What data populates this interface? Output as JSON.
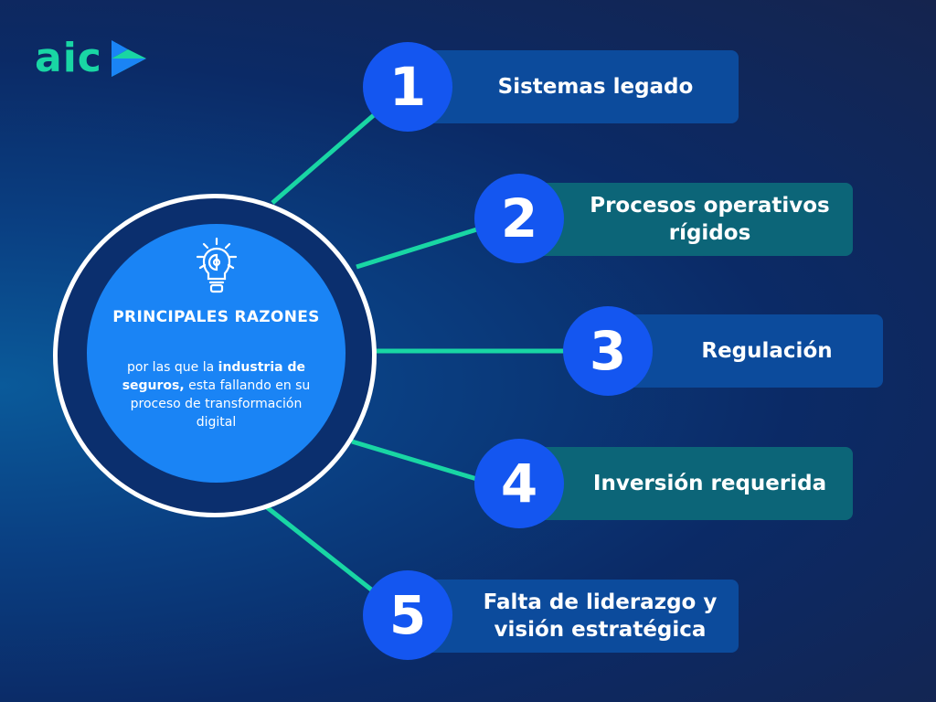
{
  "brand": {
    "name": "aic",
    "accent": "#19d6a4",
    "mark_colors": [
      "#1a84f5",
      "#19d6a4"
    ]
  },
  "hub": {
    "icon": "lightbulb-gear-icon",
    "title": "PRINCIPALES RAZONES",
    "sub_1": "por las que la ",
    "sub_bold": "industria de seguros,",
    "sub_2": " esta fallando en su proceso de transformación digital"
  },
  "reasons": [
    {
      "number": "1",
      "label": "Sistemas legado"
    },
    {
      "number": "2",
      "label": "Procesos operativos rígidos"
    },
    {
      "number": "3",
      "label": "Regulación"
    },
    {
      "number": "4",
      "label": "Inversión requerida"
    },
    {
      "number": "5",
      "label": "Falta de liderazgo y visión estratégica"
    }
  ],
  "colors": {
    "connector": "#19d6a4",
    "number_circle": "#1456f0",
    "pill_blue": "#0c4b9c",
    "pill_teal": "#0c6578",
    "hub_fill": "#1a84f5"
  }
}
